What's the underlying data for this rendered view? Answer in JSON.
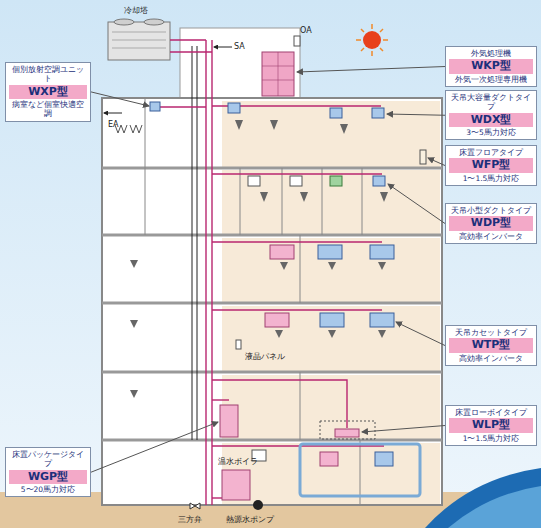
{
  "diagram": {
    "nodes": [
      {
        "text": [
          "外気処理機",
          "WKP型",
          "外気一次処理専用機"
        ]
      },
      {
        "text": [
          "個別放射空調ユニット",
          "WXP型",
          "病室など個室快適空調"
        ]
      },
      {
        "text": [
          "天吊大容量ダクトタイプ",
          "WDX型",
          "3〜5馬力対応"
        ]
      },
      {
        "text": [
          "床置フロアタイプ",
          "WFP型",
          "1〜1.5馬力対応"
        ]
      },
      {
        "text": [
          "天吊小型ダクトタイプ",
          "WDP型",
          "高効率インバータ"
        ]
      },
      {
        "text": [
          "天吊カセットタイプ",
          "WTP型",
          "高効率インバータ"
        ]
      },
      {
        "text": [
          "床置ローボイタイプ",
          "WLP型",
          "1〜1.5馬力対応"
        ]
      },
      {
        "text": [
          "床置パッケージタイプ",
          "WGP型",
          "5〜20馬力対応"
        ]
      }
    ],
    "labels": [
      "冷却塔",
      "SA",
      "OA",
      "EA",
      "液晶パネル",
      "温水ボイラ",
      "三方弁",
      "熱源水ポンプ"
    ]
  }
}
